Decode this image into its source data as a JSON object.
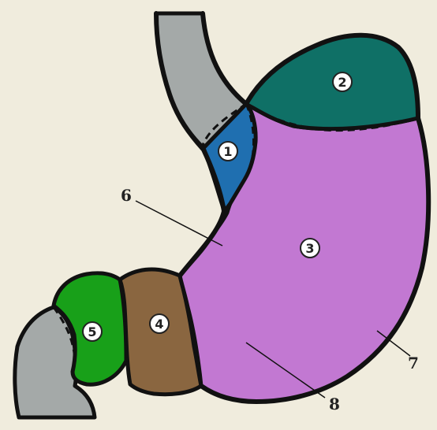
{
  "colors": {
    "background": "#f0ecdd",
    "esophagus": "#a4a9a8",
    "cardia": "#1f6fb0",
    "fundus": "#0f7066",
    "body": "#c278d2",
    "antrum": "#8a6640",
    "pylorus": "#18a019",
    "duodenum": "#a4a9a8",
    "outline": "#111111"
  },
  "regions": [
    {
      "number": "1",
      "icon": "cardia-region"
    },
    {
      "number": "2",
      "icon": "fundus-region"
    },
    {
      "number": "3",
      "icon": "body-region"
    },
    {
      "number": "4",
      "icon": "antrum-region"
    },
    {
      "number": "5",
      "icon": "pylorus-region"
    }
  ],
  "callouts": [
    {
      "label": "6"
    },
    {
      "label": "7"
    },
    {
      "label": "8"
    }
  ]
}
